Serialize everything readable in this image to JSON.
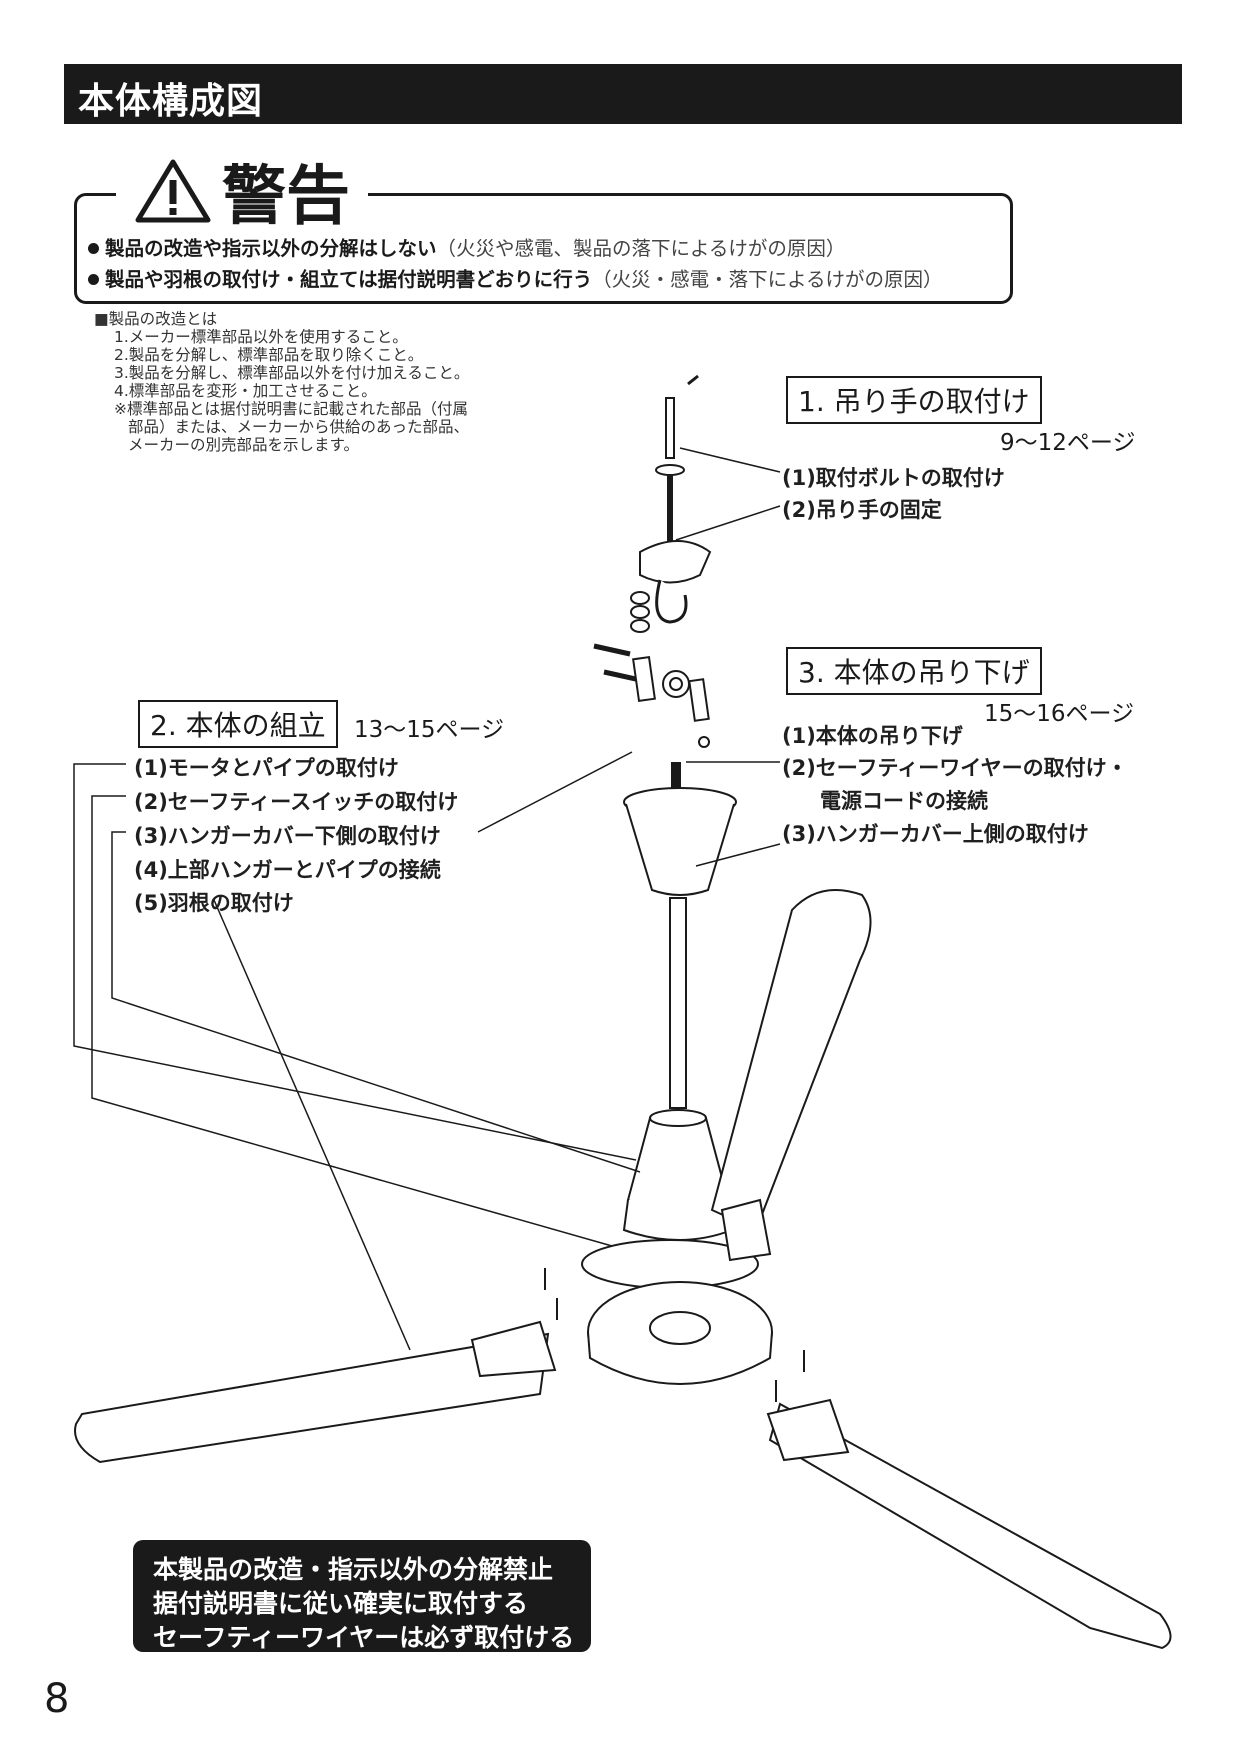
{
  "page": {
    "title": "本体構成図",
    "page_number": "8"
  },
  "warning": {
    "heading": "警告",
    "lines": [
      {
        "bold": "製品の改造や指示以外の分解はしない",
        "light": "（火災や感電、製品の落下によるけがの原因）"
      },
      {
        "bold": "製品や羽根の取付け・組立ては据付説明書どおりに行う",
        "light": "（火災・感電・落下によるけがの原因）"
      }
    ]
  },
  "modification_note": {
    "heading": "■製品の改造とは",
    "items": [
      "1.メーカー標準部品以外を使用すること。",
      "2.製品を分解し、標準部品を取り除くこと。",
      "3.製品を分解し、標準部品以外を付け加えること。",
      "4.標準部品を変形・加工させること。"
    ],
    "footnote": [
      "※標準部品とは据付説明書に記載された部品（付属",
      "部品）または、メーカーから供給のあった部品、",
      "メーカーの別売部品を示します。"
    ]
  },
  "sections": {
    "s1": {
      "title": "1. 吊り手の取付け",
      "pages": "9〜12ページ",
      "items": [
        "(1)取付ボルトの取付け",
        "(2)吊り手の固定"
      ]
    },
    "s2": {
      "title": "2. 本体の組立",
      "pages": "13〜15ページ",
      "items": [
        "(1)モータとパイプの取付け",
        "(2)セーフティースイッチの取付け",
        "(3)ハンガーカバー下側の取付け",
        "(4)上部ハンガーとパイプの接続",
        "(5)羽根の取付け"
      ]
    },
    "s3": {
      "title": "3. 本体の吊り下げ",
      "pages": "15〜16ページ",
      "items": [
        "(1)本体の吊り下げ",
        "(2)セーフティーワイヤーの取付け・",
        "電源コードの接続",
        "(3)ハンガーカバー上側の取付け"
      ]
    }
  },
  "notice": {
    "lines": [
      "本製品の改造・指示以外の分解禁止",
      "据付説明書に従い確実に取付する",
      "セーフティーワイヤーは必ず取付ける"
    ]
  },
  "icons": [
    "warning-triangle-icon",
    "bullet-dot-icon"
  ]
}
